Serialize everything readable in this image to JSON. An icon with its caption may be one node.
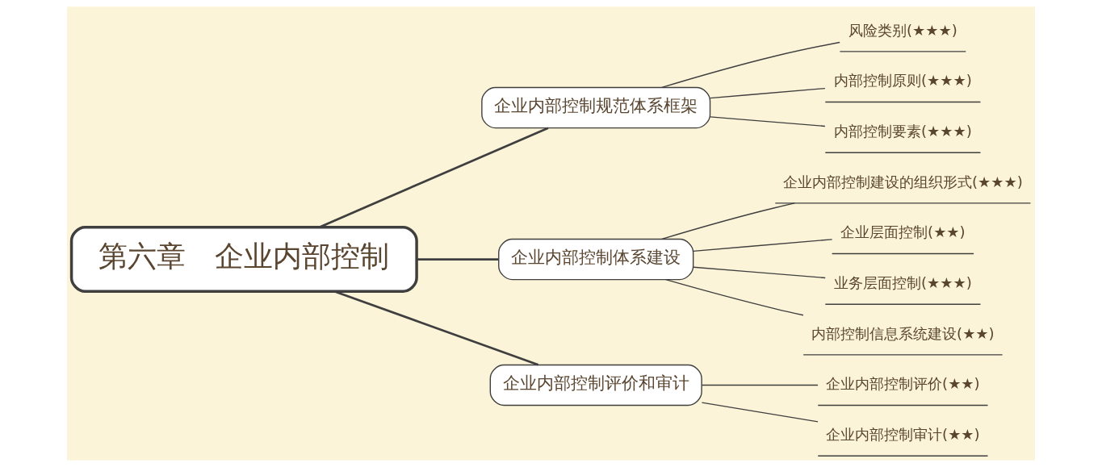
{
  "diagram": {
    "nodes": [
      {
        "text": [
          "第六章　企业内部控制"
        ]
      },
      {
        "text": [
          "企业内部控制规范体系框架"
        ]
      },
      {
        "text": [
          "风险类别(★★★)"
        ]
      },
      {
        "text": [
          "内部控制原则(★★★)"
        ]
      },
      {
        "text": [
          "内部控制要素(★★★)"
        ]
      },
      {
        "text": [
          "企业内部控制体系建设"
        ]
      },
      {
        "text": [
          "企业内部控制建设的组织形式(★★★)"
        ]
      },
      {
        "text": [
          "企业层面控制(★★)"
        ]
      },
      {
        "text": [
          "业务层面控制(★★★)"
        ]
      },
      {
        "text": [
          "内部控制信息系统建设(★★)"
        ]
      },
      {
        "text": [
          "企业内部控制评价和审计"
        ]
      },
      {
        "text": [
          "企业内部控制评价(★★)"
        ]
      },
      {
        "text": [
          "企业内部控制审计(★★)"
        ]
      }
    ],
    "edges": [
      {
        "from": 0,
        "to": 1,
        "arrow": "none"
      },
      {
        "from": 1,
        "to": 2,
        "arrow": "none"
      },
      {
        "from": 1,
        "to": 3,
        "arrow": "none"
      },
      {
        "from": 1,
        "to": 4,
        "arrow": "none"
      },
      {
        "from": 0,
        "to": 5,
        "arrow": "none"
      },
      {
        "from": 5,
        "to": 6,
        "arrow": "none"
      },
      {
        "from": 5,
        "to": 7,
        "arrow": "none"
      },
      {
        "from": 5,
        "to": 8,
        "arrow": "none"
      },
      {
        "from": 5,
        "to": 9,
        "arrow": "none"
      },
      {
        "from": 0,
        "to": 10,
        "arrow": "none"
      },
      {
        "from": 10,
        "to": 11,
        "arrow": "none"
      },
      {
        "from": 10,
        "to": 12,
        "arrow": "none"
      }
    ]
  }
}
